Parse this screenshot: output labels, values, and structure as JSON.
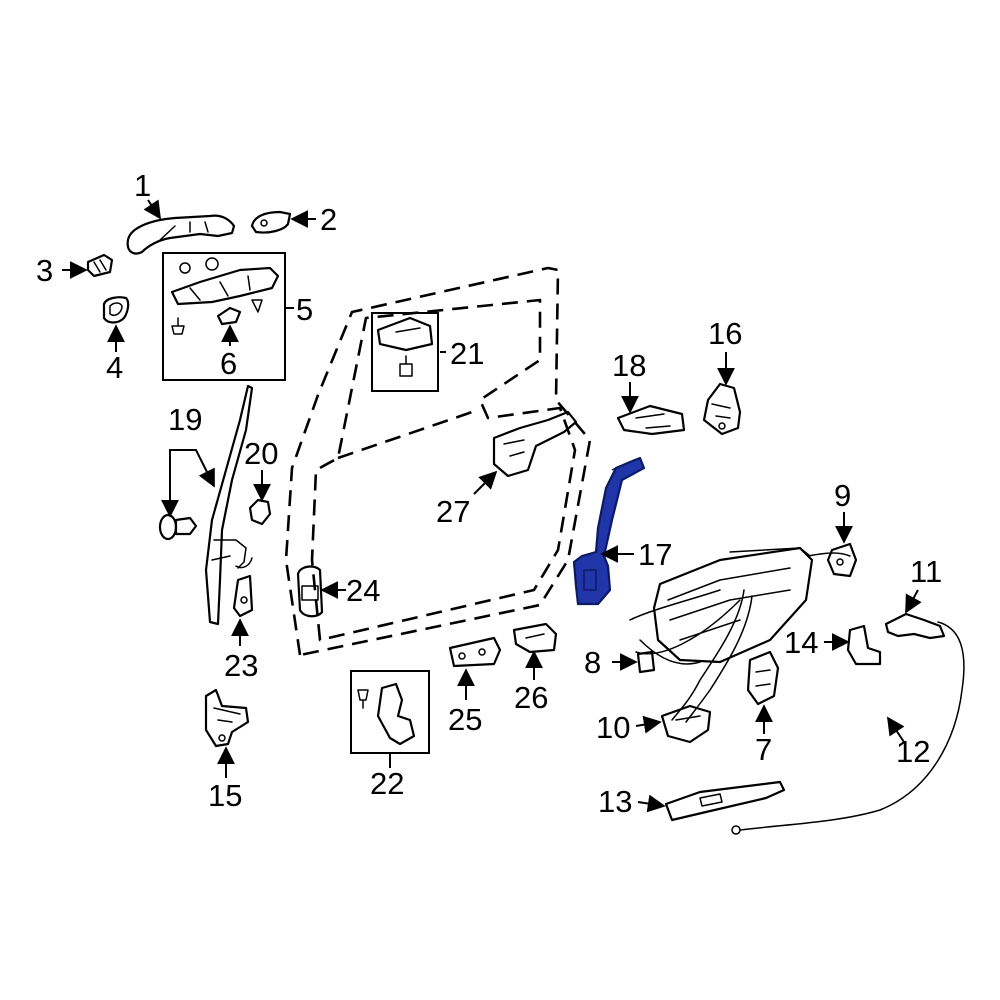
{
  "callouts": {
    "c1": "1",
    "c2": "2",
    "c3": "3",
    "c4": "4",
    "c5": "5",
    "c6": "6",
    "c7": "7",
    "c8": "8",
    "c9": "9",
    "c10": "10",
    "c11": "11",
    "c12": "12",
    "c13": "13",
    "c14": "14",
    "c15": "15",
    "c16": "16",
    "c17": "17",
    "c18": "18",
    "c19": "19",
    "c20": "20",
    "c21": "21",
    "c22": "22",
    "c23": "23",
    "c24": "24",
    "c25": "25",
    "c26": "26",
    "c27": "27"
  },
  "highlight_part": "17",
  "colors": {
    "highlight_fill": "#1f35a8",
    "highlight_stroke": "#0d1a66",
    "line": "#000000",
    "background": "#ffffff"
  }
}
